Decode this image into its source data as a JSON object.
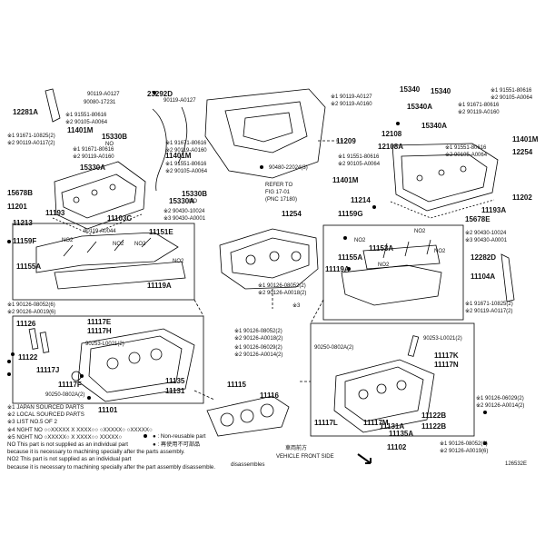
{
  "labels": {
    "p12281A": "12281A",
    "p91671_10825": "※1 91671-10825(2)",
    "p90119_A0117": "※2 90119-A0117(2)",
    "p90119_A0127a": "90119-A0127",
    "p90080_17231": "90080-17231",
    "p23292D": "23292D",
    "p90119_A0127b": "90119-A0127",
    "p91551_80616a": "※1 91551-80616",
    "p90105_A0064a": "※2 90105-A0064",
    "p11401M_a": "11401M",
    "p15330B": "15330B",
    "no_a": "NO",
    "p91671_80616a": "※1 91671-80616",
    "p90119_A0160a": "※2 90119-A0160",
    "p15330A_a": "15330A",
    "p11401M_b": "11401M",
    "p91551_80616b": "※1 91551-80616",
    "p90105_A0064b": "※2 90105-A0064",
    "p91671_80616b": "※1 91671-80616",
    "p90119_A0160b": "※2 90119-A0160",
    "p15678B": "15678B",
    "p11201": "11201",
    "p11193": "11193",
    "p15330B_b": "15330B",
    "no_b": "NO",
    "p15330A_b": "15330A",
    "p11213": "11213",
    "p11103C": "11103C",
    "p90430_10024a": "※2 90430-10024",
    "p90430_A0001a": "※3 90430-A0001",
    "p11159F": "11159F",
    "p90119_A0044": "90119-A0044",
    "p11151E": "11151E",
    "no2_a": "NO2",
    "no2_b": "NO2",
    "no2_c": "NO2",
    "no2_d": "NO2",
    "p11155A_a": "11155A",
    "p11119A_a": "11119A",
    "p90126_08052a": "※1 90126-08052(6)",
    "p90126_A0019a": "※2 90126-A0019(6)",
    "p11209": "11209",
    "p90480_22024": "90480-22024(3)",
    "refer_to": "REFER TO",
    "fig": "FIG 17-01",
    "pnc": "(PNC 17180)",
    "p11254": "11254",
    "p90126_08052b": "※1 90126-08052(2)",
    "p90126_A0018a": "※2 90126-A0018(2)",
    "p90126_08052c": "※1 90126-08052(2)",
    "p90126_A0018b": "※2 90126-A0018(2)",
    "p90126_06029": "※1 90126-06029(2)",
    "p90126_A0014a": "※2 90126-A0014(2)",
    "p11126": "11126",
    "p11117E": "11117E",
    "p11117H": "11117H",
    "p90253_L0021": "90253-L0021(2)",
    "p11122": "11122",
    "p11117J": "11117J",
    "p11117F": "11117F",
    "p90250_0802A_a": "90250-0802A(2)",
    "p11135": "11135",
    "p11131": "11131",
    "p11101": "11101",
    "p11115": "11115",
    "p11116": "11116",
    "p15340a": "15340",
    "p15340b": "15340",
    "p15340A": "15340A",
    "p90119_A0127c": "※1 90119-A0127",
    "p90119_A0160c": "※2 90119-A0160",
    "p91671_80616c": "※1 91671-80616",
    "p90119_A0160d": "※2 90119-A0160",
    "p91551_80616c": "※1 91551-80616",
    "p90105_A0064c": "※2 90105-A0064",
    "p15340A_b": "15340A",
    "p12108": "12108",
    "p12108A": "12108A",
    "p91551_80616d": "※1 91551-80616",
    "p90105_A0064d": "※2 90105-A0064",
    "p11401M_c": "11401M",
    "p91551_80616e": "※1 91551-80616",
    "p90105_A0064e": "※2 90105-A0064",
    "p11401M_d": "11401M",
    "p12254": "12254",
    "p11202": "11202",
    "p11214": "11214",
    "p11159G": "11159G",
    "p11193A": "11193A",
    "p15678E": "15678E",
    "p90430_10024b": "※2 90430-10024",
    "p90430_A0001b": "※3 90430-A0001",
    "no2_e": "NO2",
    "no2_f": "NO2",
    "no2_g": "NO2",
    "no2_h": "NO2",
    "p11153A": "11153A",
    "p11155A_b": "11155A",
    "p11119A_b": "11119A",
    "p12282D": "12282D",
    "p11104A": "11104A",
    "p91671_10825b": "※1 91671-10825(2)",
    "p90119_A0117b": "※2 90119-A0117(2)",
    "p90250_0802A_b": "90250-0802A(2)",
    "p90253_L0021b": "90253-L0021(2)",
    "p11117K": "11117K",
    "p11117N": "11117N",
    "p90126_06029b": "※1 90126-06029(2)",
    "p90126_A0014b": "※2 90126-A0014(2)",
    "p11117L": "11117L",
    "p11117M": "11117M",
    "p11131A": "11131A",
    "p11135A": "11135A",
    "p11122B_a": "11122B",
    "p11122B_b": "11122B",
    "p11102": "11102",
    "p90126_08052d": "※1 90126-08052(6)",
    "p90126_A0019b": "※2 90126-A0019(6)",
    "num_3": "※3",
    "vehicle_front": "VEHICLE FRONT SIDE",
    "jp_front": "車両前方",
    "diagram_id": "126532E"
  },
  "notes": [
    "※1 JAPAN SOURCED PARTS",
    "※2 LOCAL SOURCED PARTS",
    "※3 LIST NO.5 OF 2",
    "※4 NGHT NO ○○XXXXX X XXXX○○ ○XXXXX○ ○XXXXX○",
    "※5 NGHT NO ○XXXXX○ X XXXX○○ XXXXX○",
    "NO  This part is not supplied as an individual part",
    "     because it is necessary to machining specially after the parts assembly.",
    "NO2 This part is not supplied as an individual part",
    "     because it is necessary to machining specially after the part assembly disassemble."
  ],
  "legend": {
    "nonreusable": "● : Non-reusable part",
    "nonreusable_jp": "● : 再使用不可部品",
    "disassemble": "disassembles"
  }
}
